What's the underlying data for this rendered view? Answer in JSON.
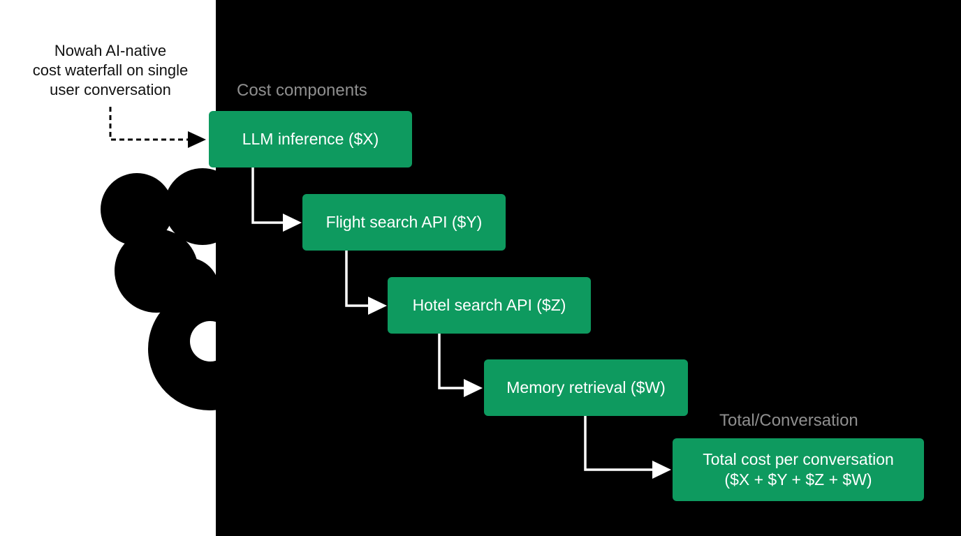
{
  "annotation": {
    "lines": [
      "Nowah AI-native",
      "cost waterfall on single",
      "user conversation"
    ]
  },
  "headings": {
    "cost_components": "Cost components",
    "total": "Total/Conversation"
  },
  "components": [
    {
      "label": "LLM inference ($X)"
    },
    {
      "label": "Flight search API ($Y)"
    },
    {
      "label": "Hotel search API ($Z)"
    },
    {
      "label": "Memory retrieval ($W)"
    }
  ],
  "total_box": {
    "line1": "Total cost per conversation",
    "line2": "($X + $Y + $Z + $W)"
  },
  "icons": {
    "user": "user-silhouette-icon"
  },
  "colors": {
    "box": "#0e9a5f",
    "panel": "#000000",
    "heading": "#8f8f8f",
    "connector": "#ffffff"
  }
}
